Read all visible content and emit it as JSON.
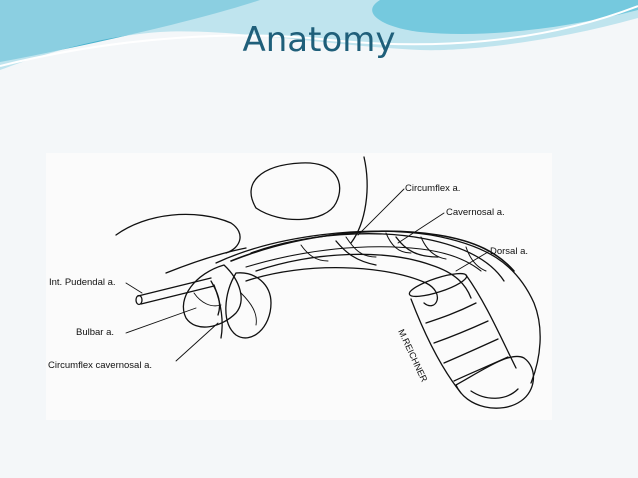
{
  "slide": {
    "title": "Anatomy",
    "colors": {
      "title": "#1f5f7a",
      "wave_dark": "#2aa6c6",
      "wave_light": "#a8dcea",
      "background": "#f4f7f9"
    }
  },
  "figure": {
    "labels": {
      "circumflex_artery": "Circumflex a.",
      "cavernosal_artery": "Cavernosal a.",
      "dorsal_artery": "Dorsal a.",
      "internal_pudendal_artery": "Int. Pudendal a.",
      "bulbar_artery": "Bulbar a.",
      "circumflex_cavernosal_artery": "Circumflex cavernosal a."
    },
    "signature": "M.REICHNER"
  }
}
